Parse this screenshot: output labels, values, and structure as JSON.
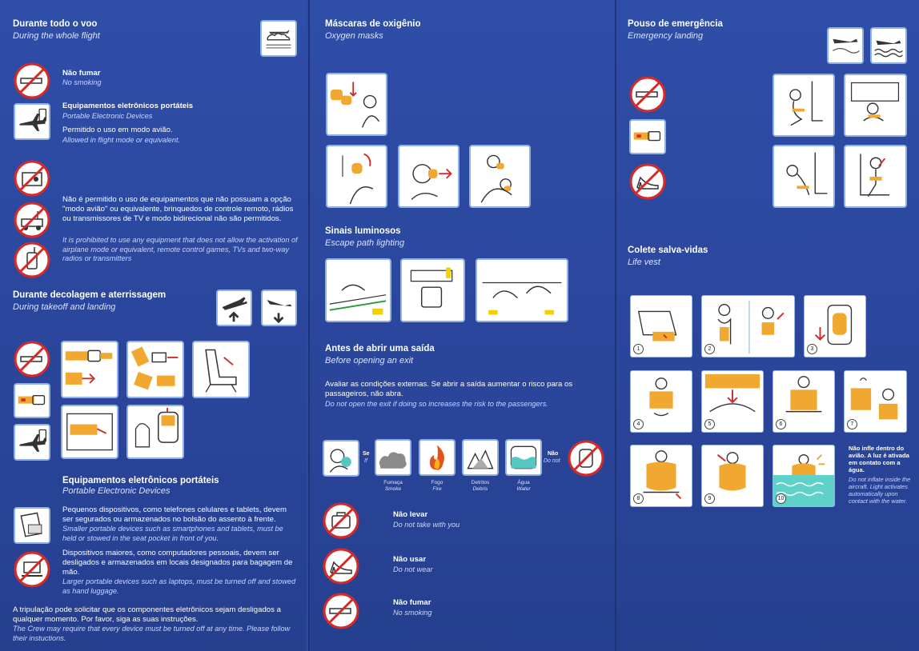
{
  "panel1": {
    "whole_flight": {
      "title": "Durante todo o voo",
      "subtitle": "During the whole flight"
    },
    "no_smoking": {
      "title": "Não fumar",
      "subtitle": "No smoking"
    },
    "ped": {
      "title": "Equipamentos eletrônicos portáteis",
      "subtitle": "Portable Electronic Devices",
      "allowed": "Permitido o uso em modo avião.",
      "allowed_en": "Allowed in flight mode or equivalent."
    },
    "prohibited": {
      "pt": "Não é permitido o uso de equipamentos  que não possuam a opção \"modo avião\" ou equivalente, brinquedos de controle remoto, rádios ou transmissores de TV e modo bidirecional não são permitidos.",
      "en": "It is prohibited to use any equipment that does not allow the activation of airplane mode or equivalent, remote control games, TVs and two-way radios or transmitters"
    },
    "takeoff": {
      "title": "Durante decolagem e aterrissagem",
      "subtitle": "During takeoff and landing"
    },
    "ped2": {
      "title": "Equipamentos eletrônicos portáteis",
      "subtitle": "Portable Electronic Devices",
      "small_pt": "Pequenos dispositivos, como telefones celulares e tablets, devem ser segurados ou armazenados no bolsão do assento à frente.",
      "small_en": "Smaller portable devices such as smartphones and tablets, must be held or stowed in the seat pocket in front of you.",
      "large_pt": "Dispositivos maiores, como computadores pessoais, devem ser desligados e armazenados em locais designados para bagagem de mão.",
      "large_en": "Larger portable devices such as laptops, must be turned off and stowed as hand luggage.",
      "crew_pt": "A tripulação pode solicitar que os componentes eletrônicos sejam desligados a qualquer momento. Por favor, siga as suas instruções.",
      "crew_en": "The Crew may require that every device must be turned off at any time. Please follow their instuctions."
    }
  },
  "panel2": {
    "oxygen": {
      "title": "Máscaras de oxigênio",
      "subtitle": "Oxygen masks"
    },
    "lighting": {
      "title": "Sinais luminosos",
      "subtitle": "Escape path lighting"
    },
    "exit": {
      "title": "Antes de abrir uma saída",
      "subtitle": "Before opening an exit",
      "pt": "Avaliar as condições externas. Se abrir a saída aumentar o risco para os passageiros, não abra.",
      "en": "Do not open the exit if doing so increases the risk to the passengers."
    },
    "se": {
      "pt": "Se",
      "en": "If"
    },
    "nao": {
      "pt": "Não",
      "en": "Do not"
    },
    "hazards": [
      {
        "pt": "Fumaça",
        "en": "Smoke"
      },
      {
        "pt": "Fogo",
        "en": "Fire"
      },
      {
        "pt": "Detritos",
        "en": "Debris"
      },
      {
        "pt": "Água",
        "en": "Water"
      }
    ],
    "rules": [
      {
        "pt": "Não levar",
        "en": "Do not take with you"
      },
      {
        "pt": "Não usar",
        "en": "Do not wear"
      },
      {
        "pt": "Não fumar",
        "en": "No smoking"
      }
    ]
  },
  "panel3": {
    "emergency": {
      "title": "Pouso de emergência",
      "subtitle": "Emergency landing"
    },
    "vest": {
      "title": "Colete salva-vidas",
      "subtitle": "Life vest"
    },
    "steps": [
      "1",
      "2",
      "3",
      "4",
      "5",
      "6",
      "7",
      "8",
      "9",
      "10"
    ],
    "note": {
      "pt": "Não infle dentro do avião. A luz é ativada em contato com a água.",
      "en": "Do not inflate inside the aircraft. Light activates automatically upon contact with the water."
    }
  },
  "colors": {
    "background": "#2d4aa0",
    "accent_orange": "#f0a830",
    "prohibition_red": "#d42a2a",
    "frame": "#8fb0ea"
  }
}
